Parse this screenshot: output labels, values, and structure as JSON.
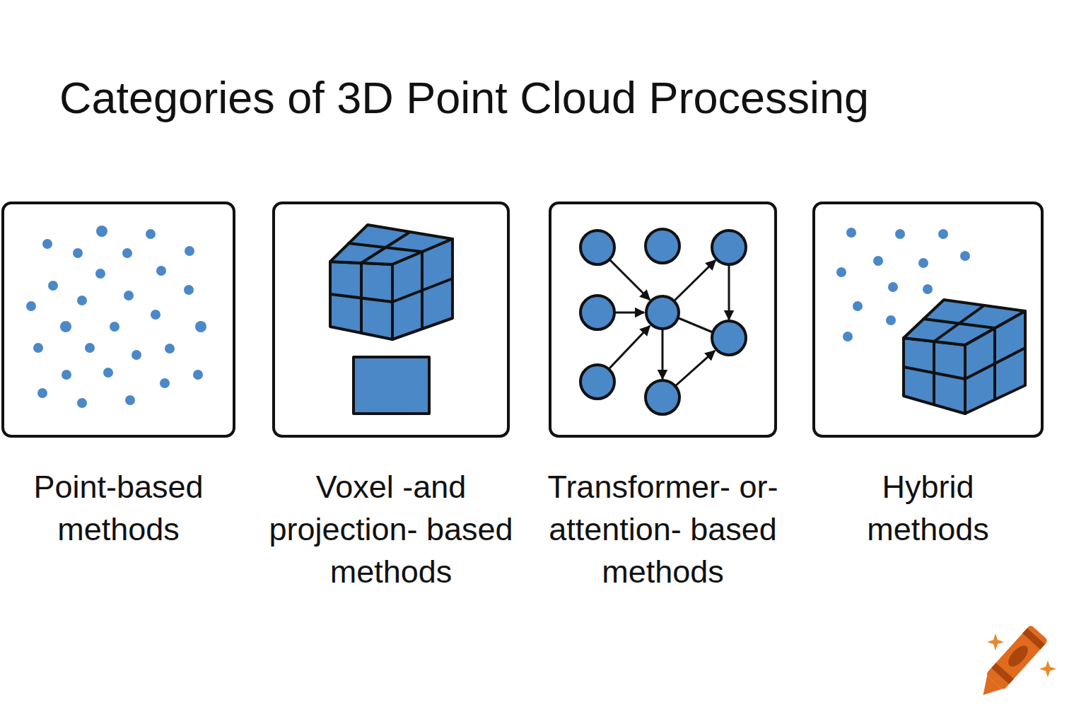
{
  "diagram": {
    "title": "Categories of 3D Point Cloud Processing",
    "nodes": [
      {
        "text": [
          "Point-based methods"
        ]
      },
      {
        "text": [
          "Voxel -and projection- based methods"
        ]
      },
      {
        "text": [
          "Transformer- or-attention- based methods"
        ]
      },
      {
        "text": [
          "Hybrid methods"
        ]
      }
    ]
  }
}
